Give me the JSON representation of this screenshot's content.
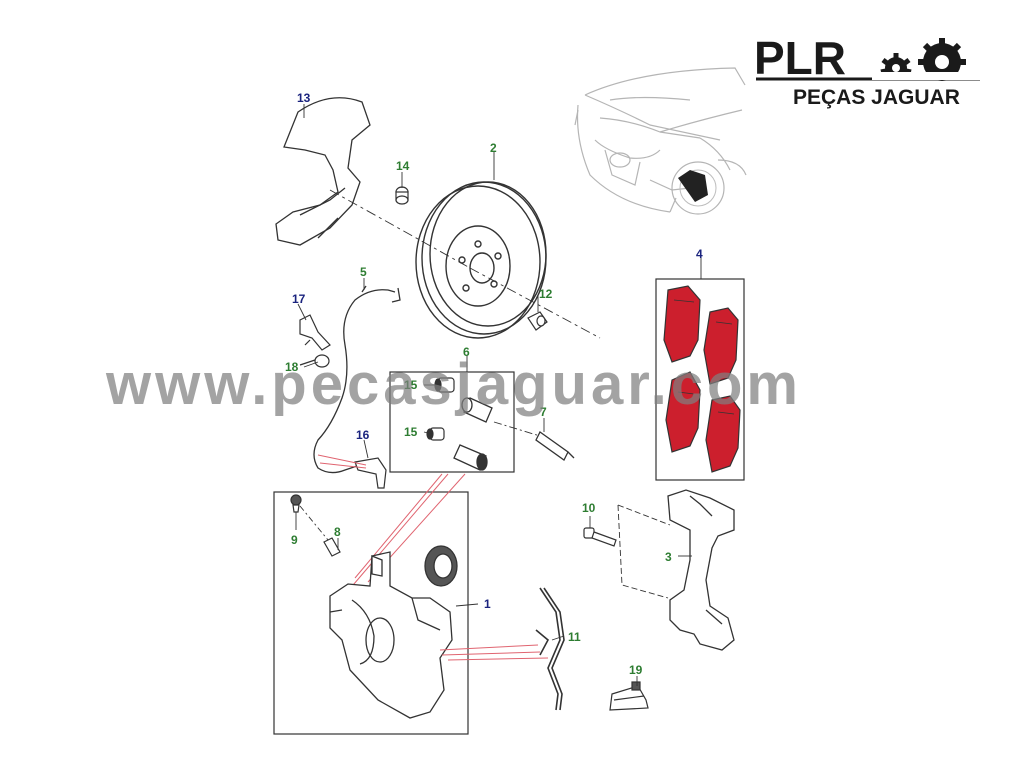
{
  "logo": {
    "brand": "PLR",
    "subtitle": "PEÇAS JAGUAR"
  },
  "watermark": "www.pecasjaguar.com",
  "colors": {
    "callout_green": "#2e7d32",
    "callout_blue": "#1a237e",
    "brake_pad_red": "#cc1f2d",
    "leader_red": "#e06470",
    "line_art": "#333333"
  },
  "callouts": [
    {
      "id": "c1",
      "label": "1",
      "color": "blue"
    },
    {
      "id": "c2",
      "label": "2",
      "color": "green"
    },
    {
      "id": "c3",
      "label": "3",
      "color": "green"
    },
    {
      "id": "c4",
      "label": "4",
      "color": "blue"
    },
    {
      "id": "c5",
      "label": "5",
      "color": "green"
    },
    {
      "id": "c6",
      "label": "6",
      "color": "green"
    },
    {
      "id": "c7",
      "label": "7",
      "color": "green"
    },
    {
      "id": "c8",
      "label": "8",
      "color": "green"
    },
    {
      "id": "c9",
      "label": "9",
      "color": "green"
    },
    {
      "id": "c10",
      "label": "10",
      "color": "green"
    },
    {
      "id": "c11",
      "label": "11",
      "color": "green"
    },
    {
      "id": "c12",
      "label": "12",
      "color": "green"
    },
    {
      "id": "c13",
      "label": "13",
      "color": "blue"
    },
    {
      "id": "c14",
      "label": "14",
      "color": "green"
    },
    {
      "id": "c15a",
      "label": "15",
      "color": "green"
    },
    {
      "id": "c15b",
      "label": "15",
      "color": "green"
    },
    {
      "id": "c16",
      "label": "16",
      "color": "blue"
    },
    {
      "id": "c17",
      "label": "17",
      "color": "green"
    },
    {
      "id": "c18",
      "label": "18",
      "color": "blue"
    },
    {
      "id": "c19",
      "label": "19",
      "color": "green"
    }
  ]
}
